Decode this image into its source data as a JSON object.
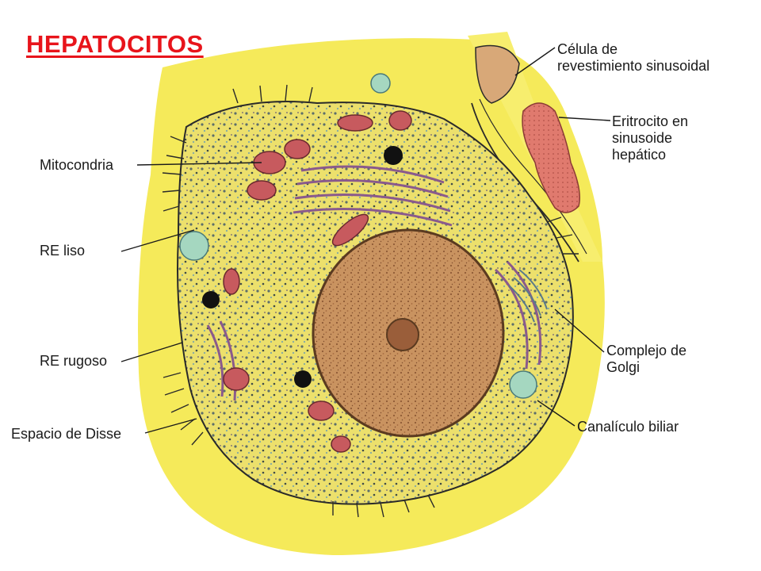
{
  "title": "HEPATOCITOS",
  "colors": {
    "title": "#e8141b",
    "background_yellow": "#f5ea5a",
    "cytoplasm": "#f0e070",
    "nucleus": "#c99360",
    "mitochondria": "#c75a5e",
    "erythrocyte": "#e07a6e",
    "er_rough": "#8a5a8c",
    "er_smooth": "#8fc7cf",
    "outline": "#2a2a2a"
  },
  "labels": {
    "mitocondria": "Mitocondria",
    "re_liso": "RE liso",
    "re_rugoso": "RE rugoso",
    "espacio_disse": "Espacio de Disse",
    "celula_revestimiento": "Célula de\nrevestimiento sinusoidal",
    "eritrocito": "Eritrocito en\nsinusoide\nhepático",
    "complejo_golgi": "Complejo de\nGolgi",
    "canaliculo_biliar": "Canalículo biliar"
  }
}
